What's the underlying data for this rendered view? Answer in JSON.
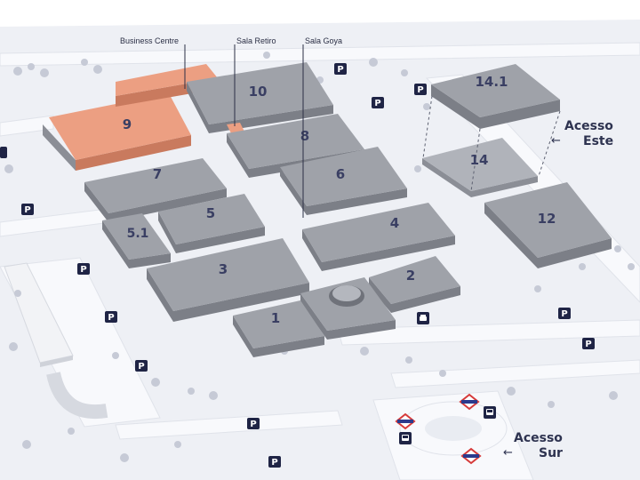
{
  "halls": {
    "h9": "9",
    "h10": "10",
    "h141": "14.1",
    "h8": "8",
    "h7": "7",
    "h6": "6",
    "h14": "14",
    "h5": "5",
    "h51": "5.1",
    "h4": "4",
    "h12": "12",
    "h3": "3",
    "h2": "2",
    "h1": "1"
  },
  "callouts": {
    "business_centre": "Business Centre",
    "sala_retiro": "Sala Retiro",
    "sala_goya": "Sala Goya"
  },
  "access": {
    "este_line1": "Acesso",
    "este_line2": "Este",
    "sur_line1": "Acesso",
    "sur_line2": "Sur",
    "arrow": "←"
  },
  "parking": {
    "label": "P"
  },
  "icons": [
    "parking-icon",
    "taxi-icon",
    "bus-icon",
    "metro-icon"
  ],
  "colors": {
    "background": "#ffffff",
    "ground": "#eef0f5",
    "road": "#f7f8fb",
    "hall_top": "#9fa2a9",
    "hall_side": "#7c7f87",
    "highlight": "#ec9f82",
    "highlight_side": "#c97a5e",
    "label": "#3a3f63",
    "parking_bg": "#1f2445",
    "metro_red": "#d63a3a",
    "tree": "#c6cad6"
  }
}
